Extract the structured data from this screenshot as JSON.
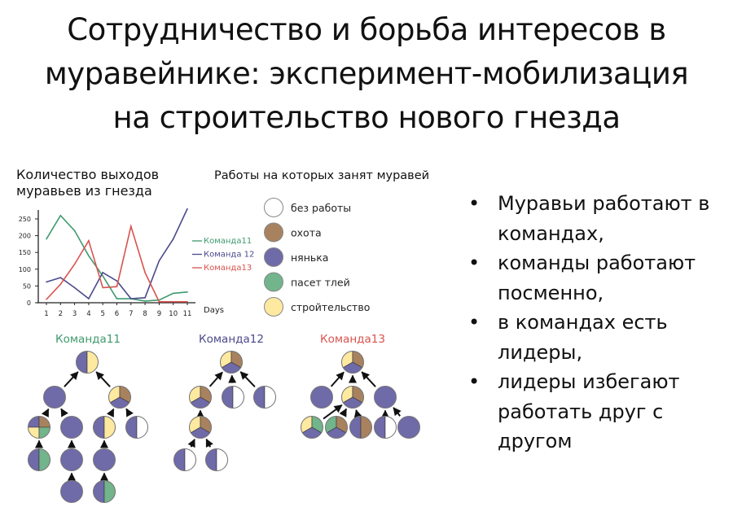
{
  "title": [
    "Сотрудничество и борьба интересов в",
    "муравейнике: эксперимент-мобилизация",
    "на строительство нового гнезда"
  ],
  "chart_data": {
    "type": "line",
    "title": "Количество выходов муравьев из гнезда",
    "xlabel": "Days",
    "ylabel": "",
    "x": [
      1,
      2,
      3,
      4,
      5,
      6,
      7,
      8,
      9,
      10,
      11
    ],
    "yticks": [
      0,
      50,
      100,
      150,
      200,
      250
    ],
    "ylim": [
      0,
      280
    ],
    "legend": "right",
    "series": [
      {
        "name": "Команда11",
        "color": "#3f9a6e",
        "values": [
          190,
          260,
          215,
          140,
          80,
          12,
          12,
          5,
          8,
          28,
          32
        ]
      },
      {
        "name": "Команда 12",
        "color": "#4a4a8c",
        "values": [
          62,
          75,
          45,
          12,
          90,
          65,
          12,
          15,
          125,
          190,
          280
        ]
      },
      {
        "name": "Команда13",
        "color": "#d9534f",
        "values": [
          10,
          55,
          115,
          185,
          45,
          48,
          228,
          90,
          3,
          3,
          3
        ]
      }
    ]
  },
  "jobs": {
    "title": "Работы на которых занят муравей",
    "items": [
      {
        "key": "none",
        "label": "без работы",
        "color": "#ffffff"
      },
      {
        "key": "hunt",
        "label": "охота",
        "color": "#a8825f"
      },
      {
        "key": "nurse",
        "label": "нянька",
        "color": "#6f6aa8"
      },
      {
        "key": "aphid",
        "label": "пасет тлей",
        "color": "#72b48b"
      },
      {
        "key": "build",
        "label": "стройтельство",
        "color": "#fde9a0"
      }
    ]
  },
  "teams": [
    {
      "name": "Команда11",
      "color": "#3f9a6e",
      "nodes": [
        {
          "id": "r",
          "jobs": [
            "nurse",
            "build"
          ]
        },
        {
          "id": "a",
          "parent": "r",
          "jobs": [
            "nurse"
          ]
        },
        {
          "id": "b",
          "parent": "r",
          "jobs": [
            "build",
            "hunt",
            "nurse"
          ]
        },
        {
          "id": "c",
          "parent": "a",
          "jobs": [
            "nurse",
            "hunt",
            "build",
            "aphid"
          ]
        },
        {
          "id": "d",
          "parent": "a",
          "jobs": [
            "nurse"
          ]
        },
        {
          "id": "e",
          "parent": "b",
          "jobs": [
            "nurse",
            "build"
          ]
        },
        {
          "id": "f",
          "parent": "b",
          "jobs": [
            "nurse",
            "none"
          ]
        },
        {
          "id": "g",
          "parent": "c",
          "jobs": [
            "nurse",
            "aphid"
          ]
        },
        {
          "id": "h",
          "parent": "d",
          "jobs": [
            "nurse"
          ]
        },
        {
          "id": "i",
          "parent": "e",
          "jobs": [
            "nurse"
          ]
        },
        {
          "id": "j",
          "parent": "h",
          "jobs": [
            "nurse"
          ]
        },
        {
          "id": "k",
          "parent": "i",
          "jobs": [
            "nurse",
            "aphid"
          ]
        }
      ]
    },
    {
      "name": "Команда12",
      "color": "#4a4a8c",
      "nodes": [
        {
          "id": "r",
          "jobs": [
            "build",
            "hunt",
            "nurse"
          ]
        },
        {
          "id": "a",
          "parent": "r",
          "jobs": [
            "build",
            "hunt",
            "nurse"
          ]
        },
        {
          "id": "b",
          "parent": "r",
          "jobs": [
            "nurse",
            "none"
          ]
        },
        {
          "id": "c",
          "parent": "r",
          "jobs": [
            "nurse",
            "none"
          ]
        },
        {
          "id": "d",
          "parent": "a",
          "jobs": [
            "build",
            "hunt",
            "nurse"
          ]
        },
        {
          "id": "e",
          "parent": "d",
          "jobs": [
            "nurse",
            "none"
          ]
        },
        {
          "id": "f",
          "parent": "d",
          "jobs": [
            "nurse",
            "none"
          ]
        }
      ]
    },
    {
      "name": "Команда13",
      "color": "#d9534f",
      "nodes": [
        {
          "id": "r",
          "jobs": [
            "build",
            "hunt",
            "nurse"
          ]
        },
        {
          "id": "a",
          "parent": "r",
          "jobs": [
            "nurse"
          ]
        },
        {
          "id": "b",
          "parent": "r",
          "jobs": [
            "build",
            "hunt",
            "nurse"
          ]
        },
        {
          "id": "c",
          "parent": "r",
          "jobs": [
            "nurse"
          ]
        },
        {
          "id": "d",
          "parent": "b",
          "jobs": [
            "build",
            "aphid",
            "nurse"
          ]
        },
        {
          "id": "e",
          "parent": "b",
          "jobs": [
            "aphid",
            "hunt",
            "nurse"
          ]
        },
        {
          "id": "f",
          "parent": "b",
          "jobs": [
            "nurse",
            "hunt"
          ]
        },
        {
          "id": "g",
          "parent": "c",
          "jobs": [
            "nurse",
            "none"
          ]
        },
        {
          "id": "h",
          "parent": "c",
          "jobs": [
            "nurse"
          ]
        }
      ]
    }
  ],
  "bullets": [
    "Муравьи работают в командах,",
    "команды работают посменно,",
    "в командах есть лидеры,",
    " лидеры избегают работать друг с другом"
  ]
}
